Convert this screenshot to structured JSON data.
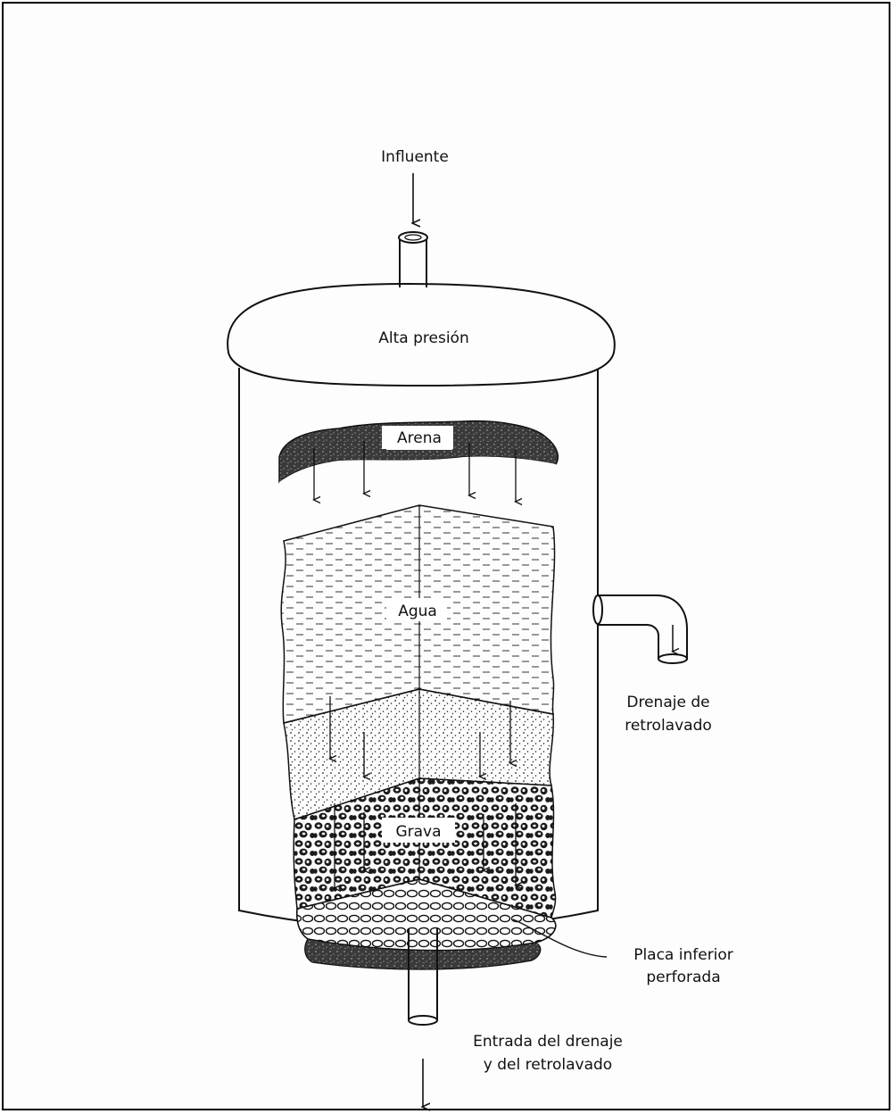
{
  "labels": {
    "influent": "Influente",
    "high_pressure": "Alta presión",
    "water": "Agua",
    "sand": "Arena",
    "gravel": "Grava",
    "backwash_drain_line1": "Drenaje de",
    "backwash_drain_line2": "retrolavado",
    "plate_line1": "Placa inferior",
    "plate_line2": "perforada",
    "inlet_line1": "Entrada del drenaje",
    "inlet_line2": "y del retrolavado"
  },
  "colors": {
    "ink": "#111111",
    "paper": "#fdfdfd",
    "dark_layer": "#333333"
  }
}
